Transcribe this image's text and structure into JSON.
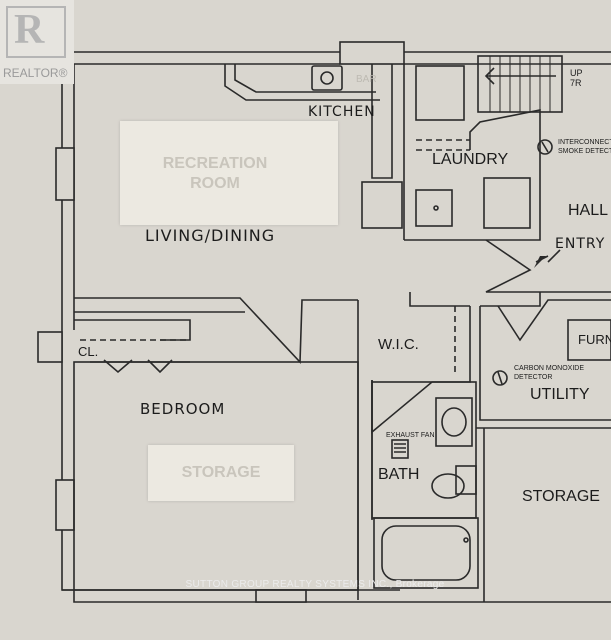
{
  "logo": {
    "text": "REALTOR®"
  },
  "rooms": {
    "recreation_room": "RECREATION ROOM",
    "living_dining": "LIVING/DINING",
    "kitchen": "KITCHEN",
    "bar": "BAR",
    "laundry": "LAUNDRY",
    "hall": "HALL",
    "entry": "ENTRY",
    "wic": "W.I.C.",
    "closet": "CL.",
    "bedroom": "BEDROOM",
    "storage_tape": "STORAGE",
    "bath": "BATH",
    "utility": "UTILITY",
    "storage": "STORAGE",
    "furnace": "FURN"
  },
  "notes": {
    "stairs": "UP\n7R",
    "interconnect": "INTERCONNECT\nSMOKE DETECT",
    "exhaust_fan": "EXHAUST FAN",
    "co_detector": "CARBON MONOXIDE\nDETECTOR"
  },
  "watermark": "SUTTON GROUP REALTY SYSTEMS INC., Brokerage"
}
